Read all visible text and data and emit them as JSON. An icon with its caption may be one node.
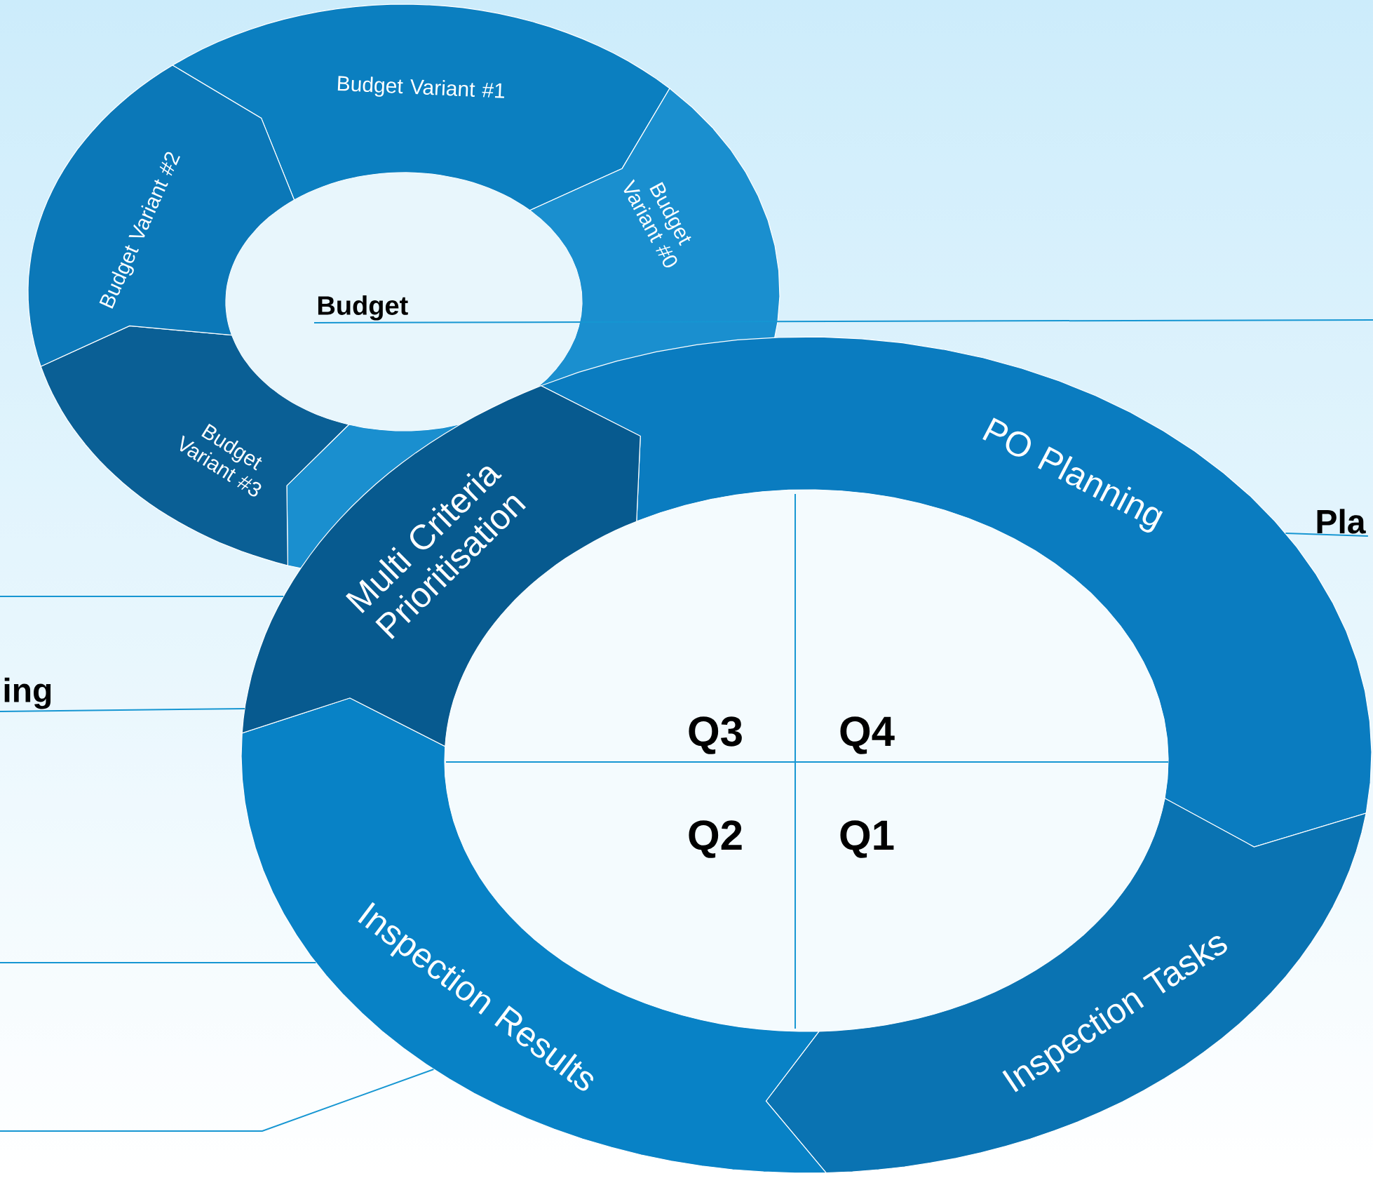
{
  "diagram": {
    "nodes": [
      {
        "text": [
          "Budget"
        ]
      },
      {
        "text": [
          "Budget Variant #1"
        ]
      },
      {
        "text": [
          "Budget Variant #2"
        ]
      },
      {
        "text": [
          "Budget Variant #0"
        ]
      },
      {
        "text": [
          "Budget Variant #3"
        ]
      },
      {
        "text": [
          "Multi Criteria Prioritisation"
        ]
      },
      {
        "text": [
          "PO Planning"
        ]
      },
      {
        "text": [
          "Inspection Results"
        ]
      },
      {
        "text": [
          "Inspection Tasks"
        ]
      },
      {
        "text": [
          "Pla"
        ]
      },
      {
        "text": [
          "ing"
        ]
      }
    ],
    "edges": [
      {
        "from": 0,
        "to": null,
        "arrow": "none"
      },
      {
        "from": 9,
        "to": 6,
        "arrow": "none"
      },
      {
        "from": null,
        "to": 5,
        "arrow": "none"
      },
      {
        "from": 10,
        "to": 5,
        "arrow": "none"
      },
      {
        "from": null,
        "to": 7,
        "arrow": "none"
      },
      {
        "from": null,
        "to": 7,
        "arrow": "none"
      }
    ],
    "labels": [
      "Q3",
      "Q4",
      "Q2",
      "Q1"
    ]
  }
}
